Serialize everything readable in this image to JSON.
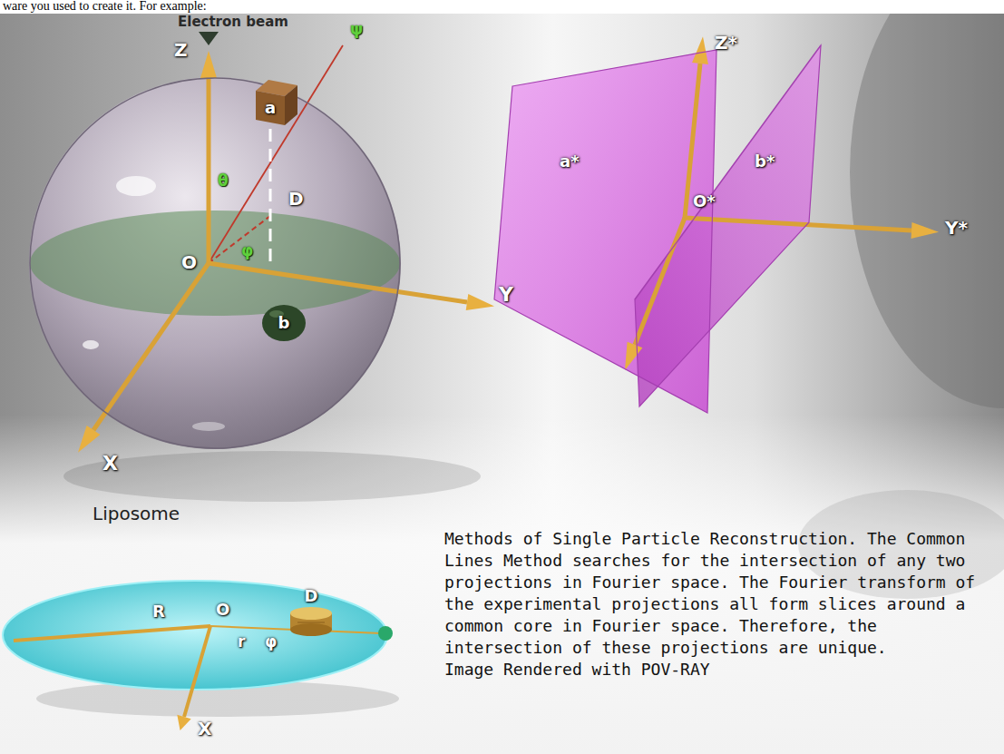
{
  "diagram": {
    "caption": "Methods of Single Particle Reconstruction. The Common Lines Method searches for the intersection of any two projections in Fourier space. The Fourier transform of the experimental projections all form slices around a common core in Fourier space. Therefore, the intersection of these projections are unique.",
    "nodes": [
      {
        "text": [
          "Liposome"
        ]
      },
      {
        "text": [
          "a"
        ],
        "in": 0
      },
      {
        "text": [
          "b"
        ],
        "in": 0
      },
      {
        "text": [
          "a*"
        ]
      },
      {
        "text": [
          "b*"
        ]
      },
      {
        "text": [
          "D"
        ]
      }
    ],
    "labels": [
      "ware you used to create it. For example:",
      "Electron beam",
      "Z",
      "ψ",
      "θ",
      "D",
      "O",
      "φ",
      "Y",
      "X",
      "Z*",
      "O*",
      "Y*",
      "R",
      "O",
      "r",
      "φ",
      "X",
      "Image Rendered with POV-RAY"
    ]
  }
}
